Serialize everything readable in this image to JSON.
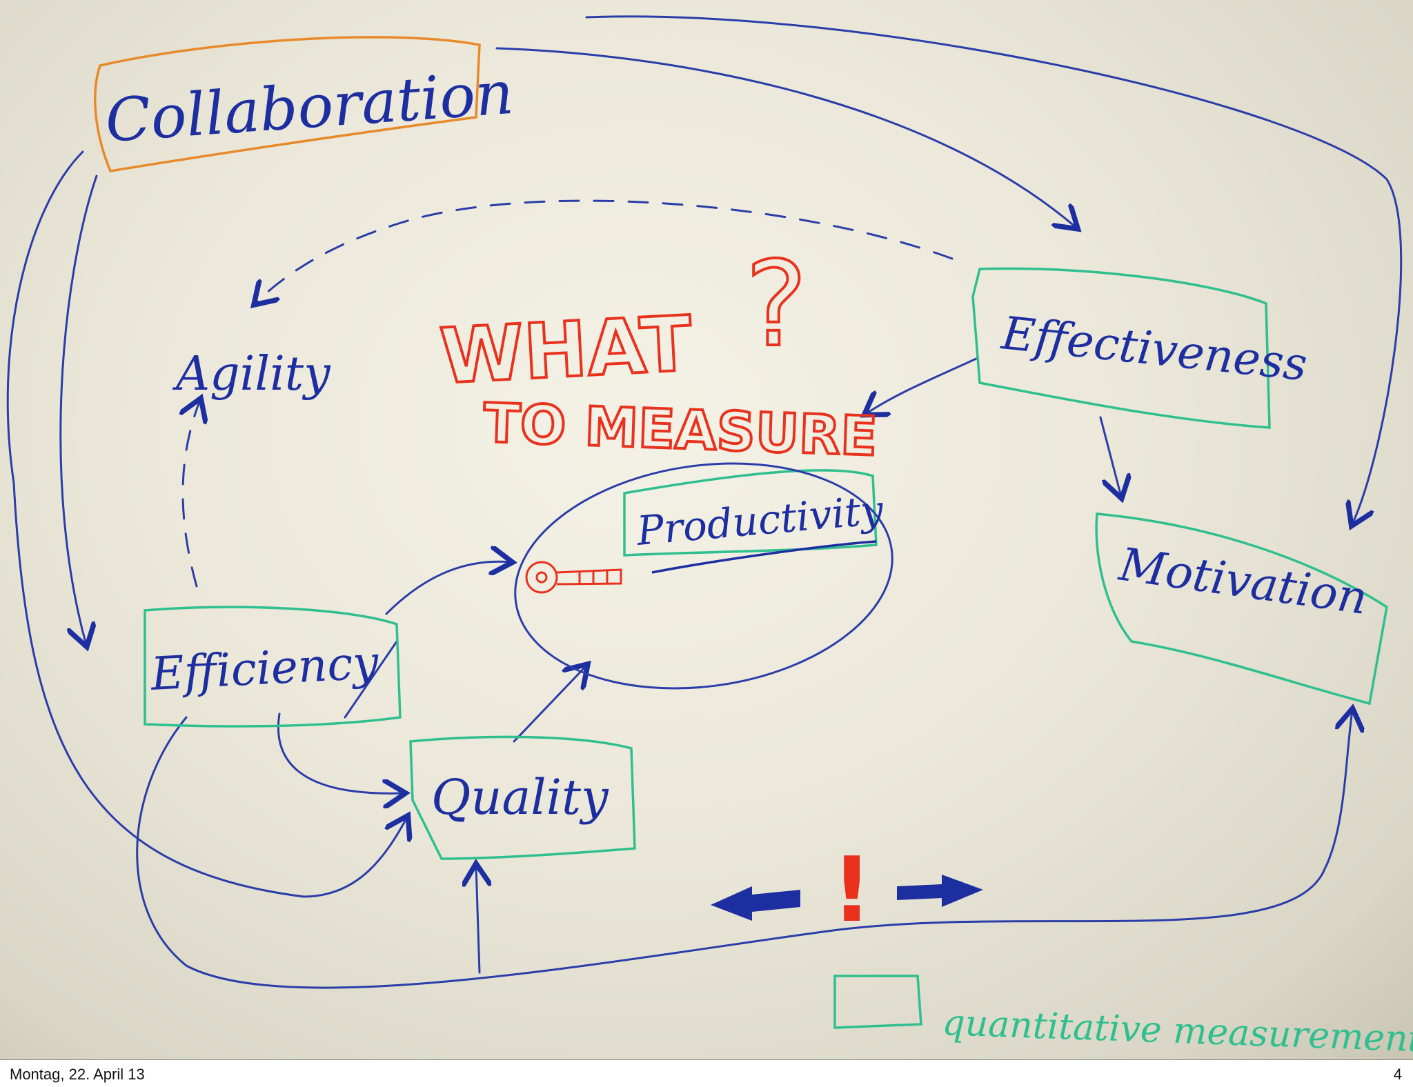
{
  "nodes": {
    "collaboration": "Collaboration",
    "agility": "Agility",
    "effectiveness": "Effectiveness",
    "productivity": "Productivity",
    "motivation": "Motivation",
    "efficiency": "Efficiency",
    "quality": "Quality"
  },
  "headline": {
    "line1": "WHAT",
    "line2": "TO MEASURE",
    "question_mark": "?"
  },
  "emphasis": {
    "exclamation": "!"
  },
  "legend": {
    "label": "quantitative measurements"
  },
  "footer": {
    "date": "Montag, 22. April 13",
    "page_number": "4"
  },
  "colors": {
    "blue_marker": "#1d2fa0",
    "orange_marker": "#e8892a",
    "green_marker": "#2fbf8f",
    "red_marker": "#e8321e"
  }
}
